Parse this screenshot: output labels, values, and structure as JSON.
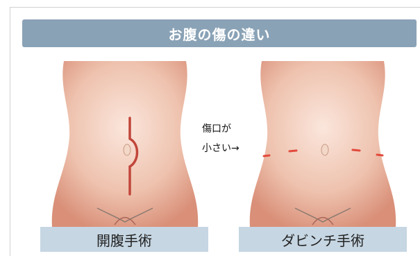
{
  "title": "お腹の傷の違い",
  "caption": {
    "line1": "傷口が",
    "line2": "小さい→"
  },
  "labels": {
    "left": "開腹手術",
    "right": "ダビンチ手術"
  },
  "colors": {
    "title_bg": "#8aa2b6",
    "label_bg": "#c6d6e3",
    "skin": "#e7b8a5",
    "scar": "#c1463b",
    "incision": "#e24a3c"
  }
}
